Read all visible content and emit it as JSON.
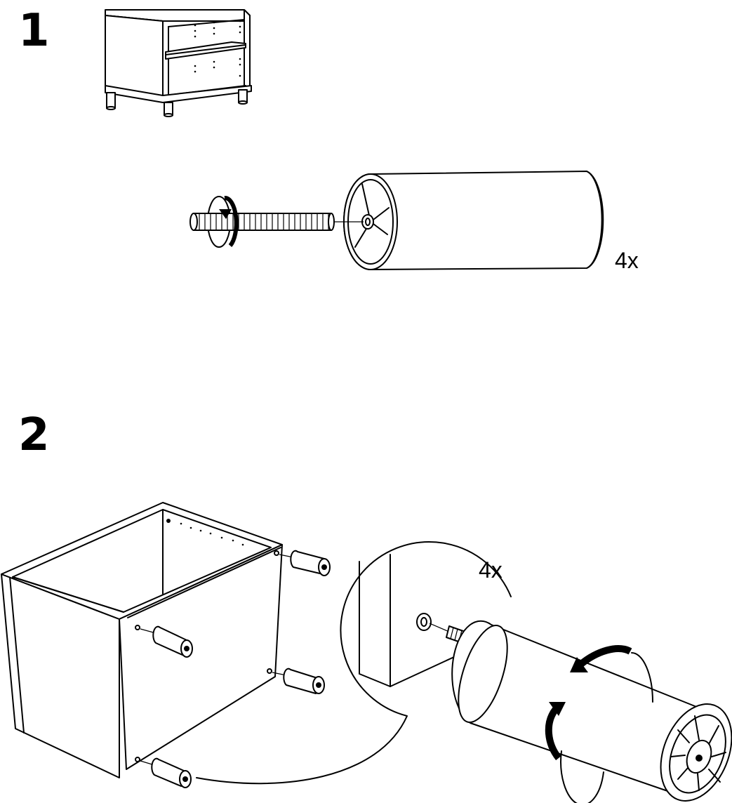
{
  "steps": [
    {
      "number": "1",
      "quantity": "4x"
    },
    {
      "number": "2",
      "quantity": "4x"
    }
  ]
}
